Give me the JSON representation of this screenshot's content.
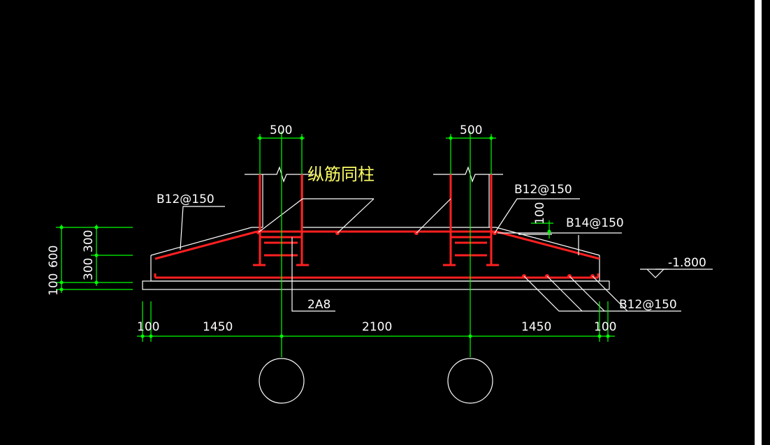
{
  "drawing": {
    "top_dims": [
      "500",
      "500"
    ],
    "note_column_bars": "纵筋同柱",
    "label_left_top_bar": "B12@150",
    "label_right_top_bar": "B12@150",
    "label_right_slope": "B14@150",
    "label_slope_100": "100",
    "label_elevation": "-1.800",
    "label_stirrup": "2A8",
    "label_bottom_bar": "B12@150",
    "left_dims": [
      "600",
      "300",
      "300",
      "100"
    ],
    "bottom_dims": [
      "100",
      "1450",
      "2100",
      "1450",
      "100"
    ]
  },
  "colors": {
    "background": "#000000",
    "rebar": "#ff2020",
    "dimension": "#00ff00",
    "outline": "#ffffff",
    "note": "#ffff66"
  }
}
